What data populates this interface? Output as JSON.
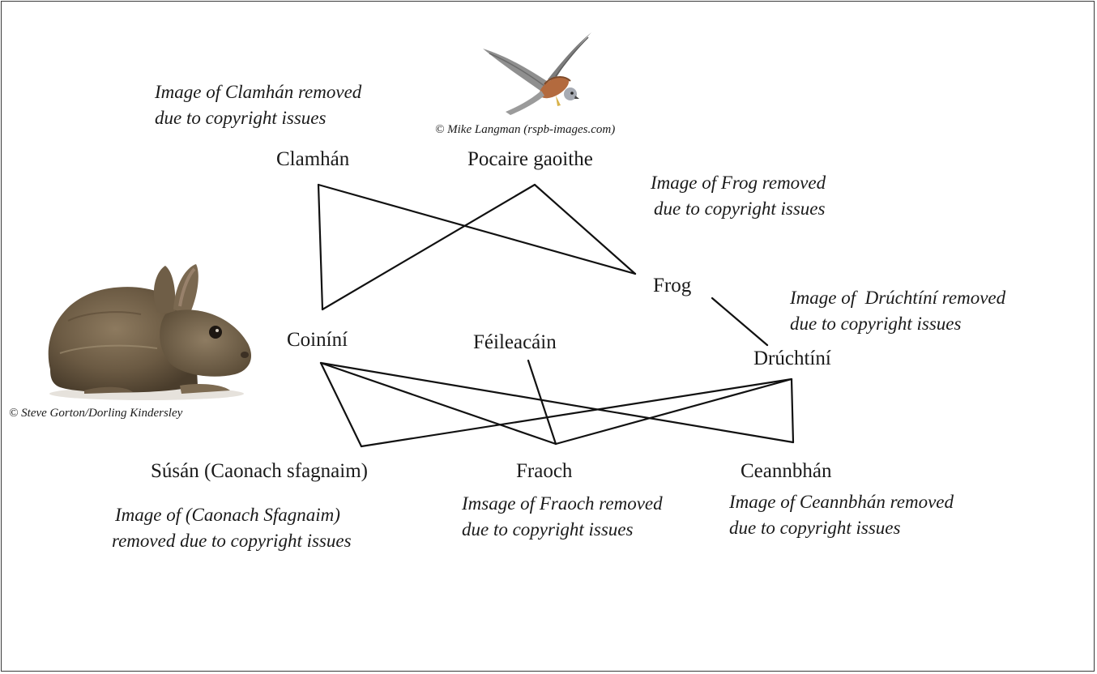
{
  "diagram": {
    "organisms": {
      "clamhan": "Clamhán",
      "pocaire": "Pocaire gaoithe",
      "frog": "Frog",
      "coinini": "Coiníní",
      "feileacain": "Féileacáin",
      "druchtini": "Drúchtíní",
      "susan": "Súsán (Caonach sfagnaim)",
      "fraoch": "Fraoch",
      "ceannbhan": "Ceannbhán"
    },
    "notes": {
      "clamhan": [
        "Image of Clamhán removed",
        "due to copyright issues"
      ],
      "frog": [
        "Image of Frog removed",
        "due to copyright issues"
      ],
      "druchtini": [
        "Image of  Drúchtíní removed",
        "due to copyright issues"
      ],
      "caonach": [
        "Image of (Caonach Sfagnaim)",
        "removed due to copyright issues"
      ],
      "fraoch": [
        "Imsage of Fraoch removed",
        "due to copyright issues"
      ],
      "ceannbhan": [
        "Image of Ceannbhán removed",
        "due to copyright issues"
      ]
    },
    "credits": {
      "kestrel": "© Mike Langman (rspb-images.com)",
      "rabbit": "© Steve Gorton/Dorling Kindersley"
    },
    "pictures": {
      "kestrel": "kestrel-illustration",
      "rabbit": "rabbit-photo"
    },
    "line_color": "#111111"
  }
}
